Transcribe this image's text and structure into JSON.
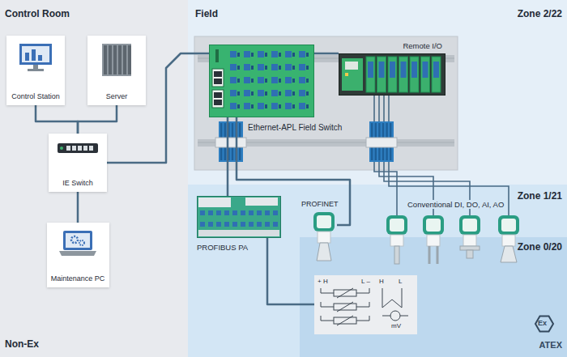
{
  "diagram": {
    "nodes": [
      {
        "text": [
          "Control Room"
        ]
      },
      {
        "text": [
          "Control Station"
        ],
        "in": 0
      },
      {
        "text": [
          "Server"
        ],
        "in": 0
      },
      {
        "text": [
          "IE Switch"
        ],
        "in": 0
      },
      {
        "text": [
          "Maintenance PC"
        ],
        "in": 0
      },
      {
        "text": [
          "Field"
        ]
      },
      {
        "text": [
          "Ethernet-APL Field Switch"
        ],
        "in": 5
      },
      {
        "text": [
          "Remote I/O"
        ],
        "in": 5
      },
      {
        "text": [
          "PROFIBUS PA"
        ],
        "in": 5
      },
      {
        "text": [
          "PROFINET"
        ],
        "in": 5
      },
      {
        "text": [
          "+ H",
          "L –",
          "H",
          "L",
          "mV"
        ],
        "in": 5
      }
    ],
    "edges": [
      {
        "from": 3,
        "to": 1,
        "arrow": "none"
      },
      {
        "from": 3,
        "to": 2,
        "arrow": "none"
      },
      {
        "from": 3,
        "to": 4,
        "arrow": "none"
      },
      {
        "from": 3,
        "to": 6,
        "arrow": "none"
      },
      {
        "from": 6,
        "to": 7,
        "arrow": "none"
      },
      {
        "from": 6,
        "to": 8,
        "arrow": "none"
      },
      {
        "from": 6,
        "to": 9,
        "arrow": "none"
      },
      {
        "from": 8,
        "to": 10,
        "arrow": "none"
      }
    ],
    "labels": [
      "Conventional DI, DO, AI, AO",
      "Zone 2/22",
      "Zone 1/21",
      "Zone 0/20",
      "Non-Ex",
      "Ex",
      "ATEX"
    ]
  }
}
